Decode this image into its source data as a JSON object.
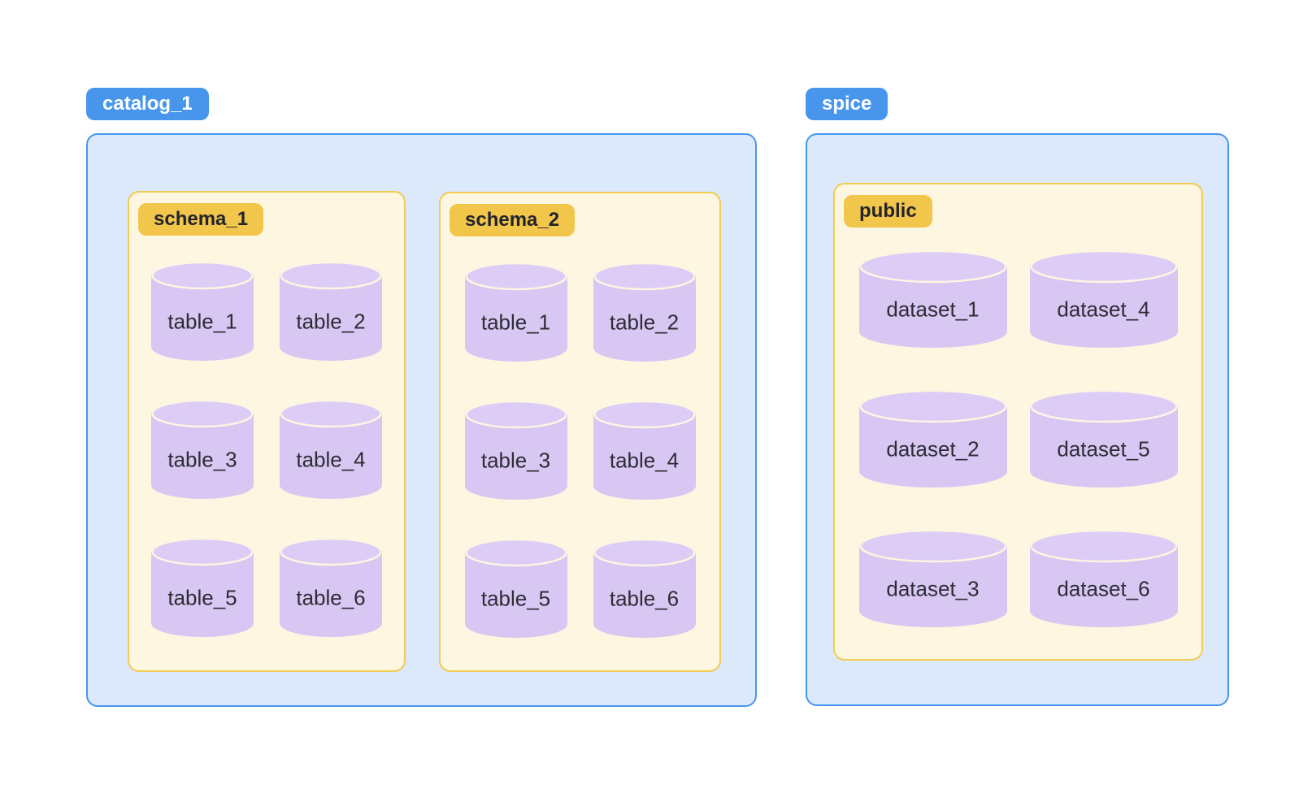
{
  "colors": {
    "blue": "#4796EC",
    "blue-bg": "#DCE9FB",
    "gold": "#F1C64B",
    "gold-border": "#F2CB52",
    "cream": "#FDF6E1",
    "cyl-body": "#D8C6F3",
    "cyl-top": "#DDCDF6",
    "text-dark": "#23232B",
    "text-cyl": "#2D2D35",
    "label-text": "#FFFFFF"
  },
  "groups": [
    {
      "label": "catalog_1",
      "schemas": [
        {
          "label": "schema_1",
          "items": [
            "table_1",
            "table_2",
            "table_3",
            "table_4",
            "table_5",
            "table_6"
          ]
        },
        {
          "label": "schema_2",
          "items": [
            "table_1",
            "table_2",
            "table_3",
            "table_4",
            "table_5",
            "table_6"
          ]
        }
      ]
    },
    {
      "label": "spice",
      "schemas": [
        {
          "label": "public",
          "items": [
            "dataset_1",
            "dataset_4",
            "dataset_2",
            "dataset_5",
            "dataset_3",
            "dataset_6"
          ]
        }
      ]
    }
  ]
}
